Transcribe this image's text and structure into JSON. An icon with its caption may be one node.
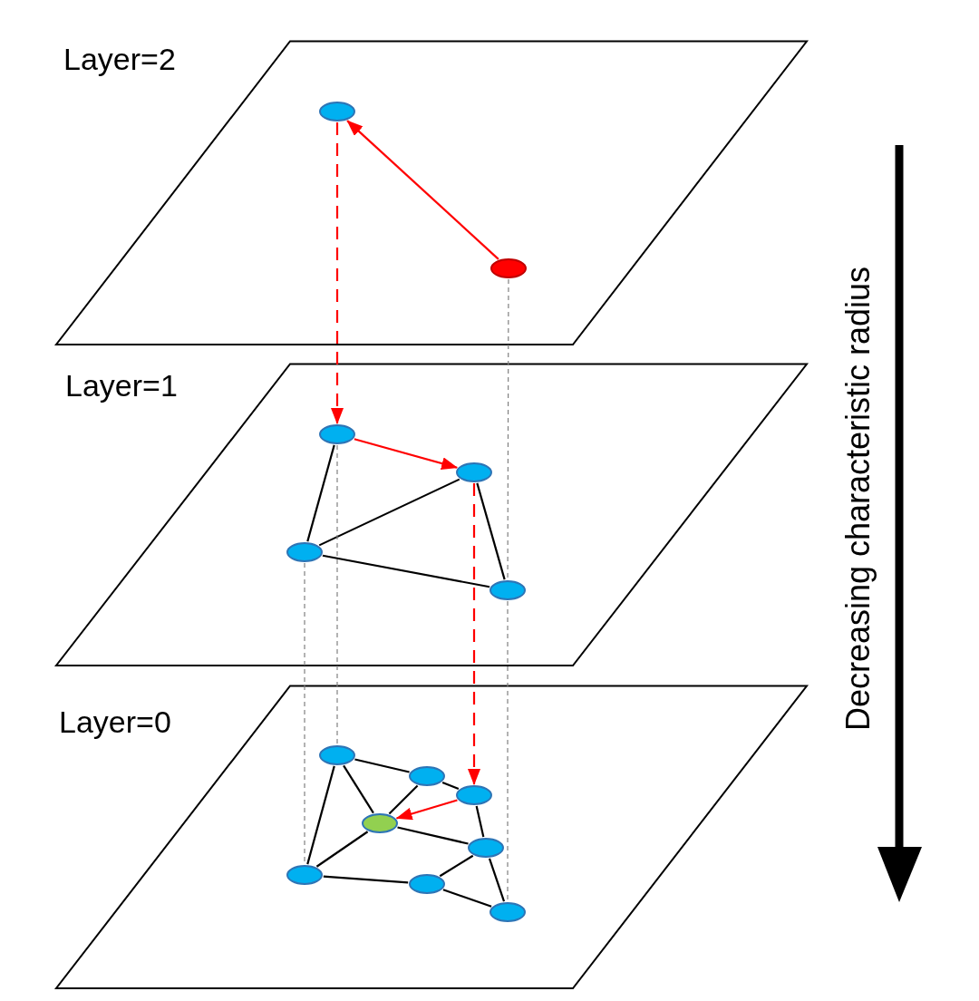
{
  "diagram": {
    "nodes": [
      {
        "text": [
          "Layer=2"
        ]
      },
      {
        "text": [],
        "shape": "ellipse",
        "in": 0
      },
      {
        "text": [],
        "shape": "ellipse",
        "in": 0
      },
      {
        "text": [
          "Layer=1"
        ]
      },
      {
        "text": [],
        "shape": "ellipse",
        "in": 3
      },
      {
        "text": [],
        "shape": "ellipse",
        "in": 3
      },
      {
        "text": [],
        "shape": "ellipse",
        "in": 3
      },
      {
        "text": [],
        "shape": "ellipse",
        "in": 3
      },
      {
        "text": [
          "Layer=0"
        ]
      },
      {
        "text": [],
        "shape": "ellipse",
        "in": 8
      },
      {
        "text": [],
        "shape": "ellipse",
        "in": 8
      },
      {
        "text": [],
        "shape": "ellipse",
        "in": 8
      },
      {
        "text": [],
        "shape": "ellipse",
        "in": 8
      },
      {
        "text": [],
        "shape": "ellipse",
        "in": 8
      },
      {
        "text": [],
        "shape": "ellipse",
        "in": 8
      },
      {
        "text": [],
        "shape": "ellipse",
        "in": 8
      },
      {
        "text": [],
        "shape": "ellipse",
        "in": 8
      }
    ],
    "edges": [
      {
        "from": 2,
        "to": 1,
        "arrow": "to",
        "color": "#ff0000"
      },
      {
        "from": 1,
        "to": 4,
        "arrow": "to",
        "style": "dashed",
        "color": "#ff0000"
      },
      {
        "from": 4,
        "to": 5,
        "arrow": "to",
        "color": "#ff0000"
      },
      {
        "from": 4,
        "to": 6,
        "arrow": "none"
      },
      {
        "from": 6,
        "to": 5,
        "arrow": "none"
      },
      {
        "from": 6,
        "to": 7,
        "arrow": "none"
      },
      {
        "from": 5,
        "to": 7,
        "arrow": "none"
      },
      {
        "from": 5,
        "to": 11,
        "arrow": "to",
        "style": "dashed",
        "color": "#ff0000"
      },
      {
        "from": 11,
        "to": 12,
        "arrow": "to",
        "color": "#ff0000"
      },
      {
        "from": 9,
        "to": 10,
        "arrow": "none"
      },
      {
        "from": 9,
        "to": 14,
        "arrow": "none"
      },
      {
        "from": 9,
        "to": 12,
        "arrow": "none"
      },
      {
        "from": 10,
        "to": 11,
        "arrow": "none"
      },
      {
        "from": 10,
        "to": 12,
        "arrow": "none"
      },
      {
        "from": 11,
        "to": 13,
        "arrow": "none"
      },
      {
        "from": 12,
        "to": 13,
        "arrow": "none"
      },
      {
        "from": 12,
        "to": 14,
        "arrow": "none"
      },
      {
        "from": 14,
        "to": 15,
        "arrow": "none"
      },
      {
        "from": 15,
        "to": 13,
        "arrow": "none"
      },
      {
        "from": 15,
        "to": 16,
        "arrow": "none"
      },
      {
        "from": 13,
        "to": 16,
        "arrow": "none"
      },
      {
        "from": 2,
        "to": 7,
        "arrow": "none",
        "style": "dashed",
        "color": "#808080"
      },
      {
        "from": 7,
        "to": 16,
        "arrow": "none",
        "style": "dashed",
        "color": "#808080"
      },
      {
        "from": 4,
        "to": 9,
        "arrow": "none",
        "style": "dashed",
        "color": "#808080"
      },
      {
        "from": 6,
        "to": 14,
        "arrow": "none",
        "style": "dashed",
        "color": "#808080"
      }
    ],
    "labels": [
      "Decreasing characteristic radius"
    ]
  }
}
